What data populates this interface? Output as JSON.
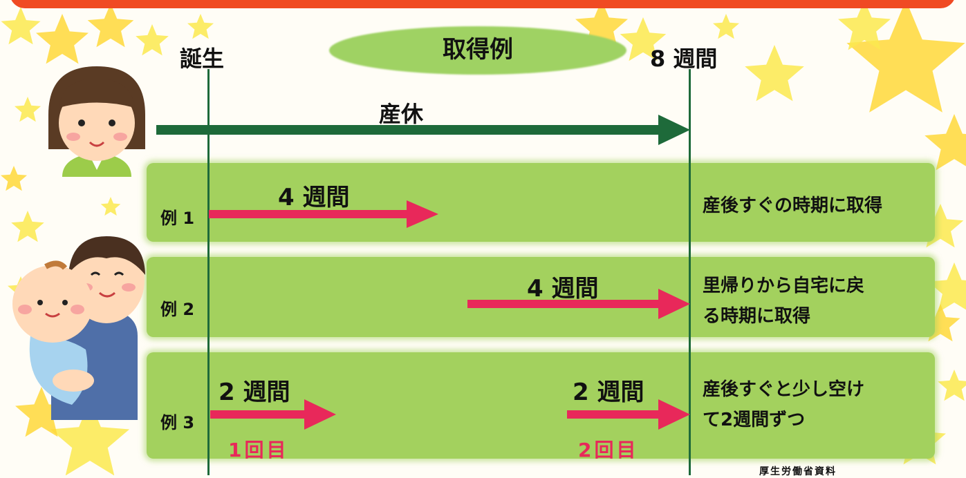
{
  "title": "取得例",
  "birth_label": "誕生",
  "eight_weeks_label": "8 週間",
  "maternity_leave_label": "産休",
  "colors": {
    "accent_bar": "#f04a23",
    "row_green": "#a3d15e",
    "dark_green": "#1e6a3a",
    "pink_arrow": "#e8285a"
  },
  "examples": [
    {
      "label": "例 1",
      "periods": [
        {
          "duration": "4 週間"
        }
      ],
      "description": "産後すぐの時期に取得"
    },
    {
      "label": "例 2",
      "periods": [
        {
          "duration": "4 週間"
        }
      ],
      "description_lines": [
        "里帰りから自宅に戻",
        "る時期に取得"
      ]
    },
    {
      "label": "例 3",
      "periods": [
        {
          "duration": "2 週間",
          "count": "1回目"
        },
        {
          "duration": "2 週間",
          "count": "2回目"
        }
      ],
      "description_lines": [
        "産後すぐと少し空け",
        "て2週間ずつ"
      ]
    }
  ],
  "footnote": "厚生労働省資料"
}
